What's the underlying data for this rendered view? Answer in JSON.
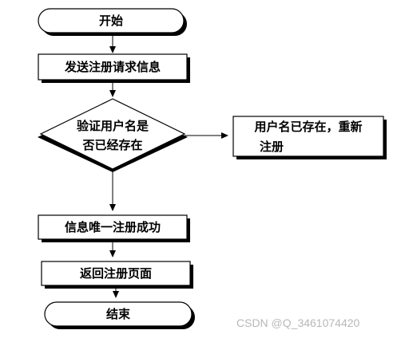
{
  "flowchart": {
    "start": "开始",
    "send_request": "发送注册请求信息",
    "decision_line1": "验证用户名是",
    "decision_line2": "否已经存在",
    "exists_line1": "用户名已存在，重新",
    "exists_line2": "注册",
    "unique_success": "信息唯一注册成功",
    "return_page": "返回注册页面",
    "end": "结束"
  },
  "watermark": "CSDN @Q_3461074420",
  "colors": {
    "stroke": "#000000",
    "shadow": "#000000",
    "fill": "#ffffff",
    "watermark": "#b8b8b8"
  }
}
